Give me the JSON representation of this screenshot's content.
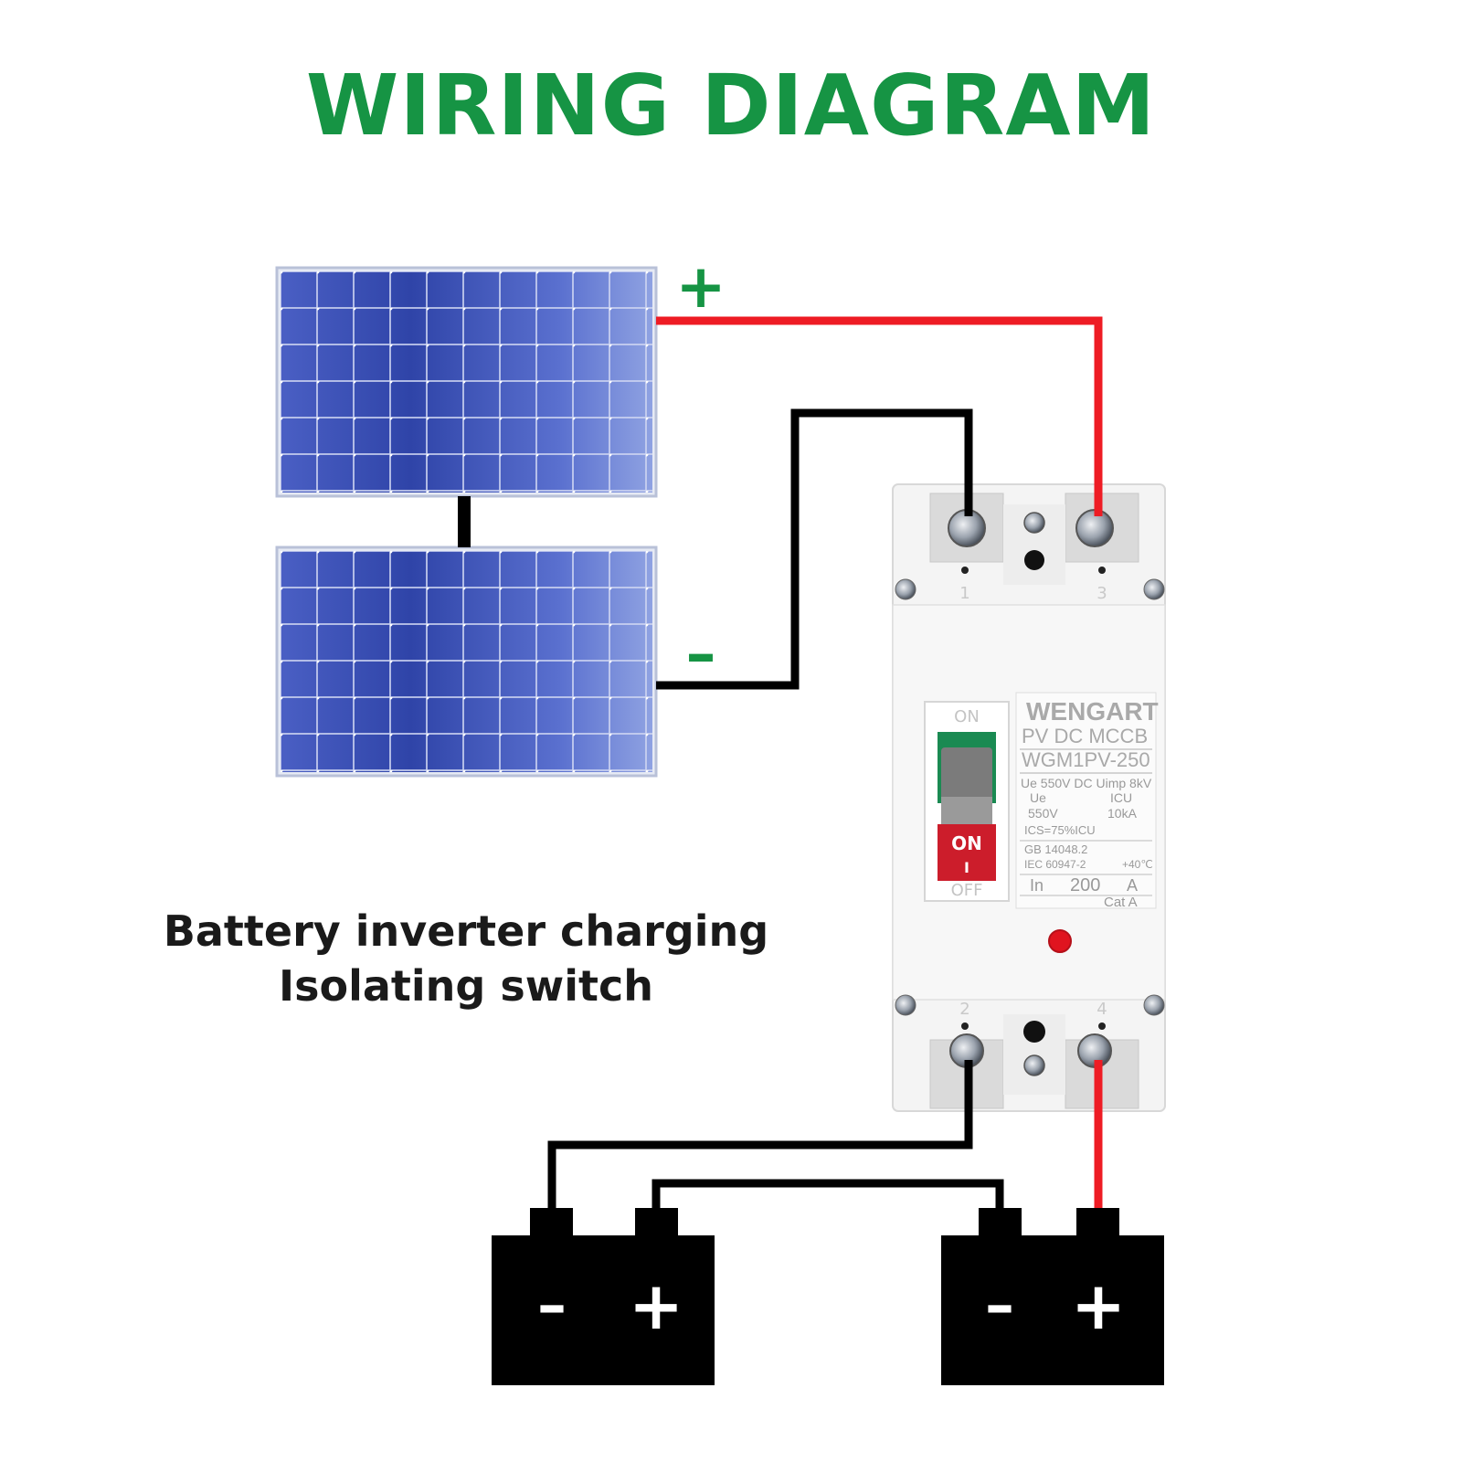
{
  "title": "WIRING DIAGRAM",
  "caption": {
    "line1": "Battery inverter charging",
    "line2": "Isolating switch"
  },
  "panels": {
    "positive_label": "+",
    "negative_label": "–"
  },
  "breaker": {
    "brand": "WENGART",
    "product": "PV DC MCCB",
    "model": "WGM1PV-250",
    "rating_line": "Ue 550V  DC Uimp 8kV",
    "ue_label": "Ue",
    "ue_value": "550V",
    "icu_label": "ICU",
    "icu_value": "10kA",
    "ics": "ICS=75%ICU",
    "standard_1": "GB 14048.2",
    "standard_2": "IEC 60947-2",
    "temperature": "+40℃",
    "in_label": "In",
    "in_value": "200",
    "in_unit": "A",
    "category": "Cat  A",
    "handle_on": "ON",
    "handle_off": "OFF",
    "switch_on": "ON",
    "switch_mark": "I",
    "terminal_1": "1",
    "terminal_2": "2",
    "terminal_3": "3",
    "terminal_4": "4"
  },
  "batteries": [
    {
      "minus": "–",
      "plus": "+"
    },
    {
      "minus": "–",
      "plus": "+"
    }
  ],
  "colors": {
    "title": "#169444",
    "sign": "#169444",
    "positive_wire": "#ee1c24",
    "negative_wire": "#000000",
    "panel": "#3f56b8",
    "switch_on": "#cc1d2b"
  }
}
